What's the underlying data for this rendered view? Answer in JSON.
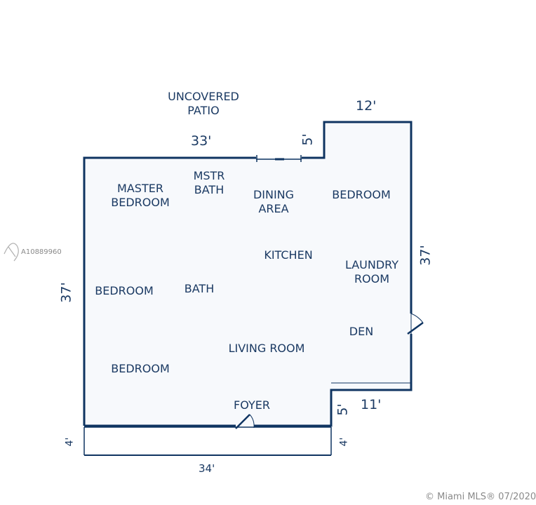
{
  "labels": {
    "patio_1": "UNCOVERED",
    "patio_2": "PATIO",
    "master_1": "MASTER",
    "master_2": "BEDROOM",
    "mstr_bath_1": "MSTR",
    "mstr_bath_2": "BATH",
    "dining_1": "DINING",
    "dining_2": "AREA",
    "bedroom_ne": "BEDROOM",
    "kitchen": "KITCHEN",
    "laundry_1": "LAUNDRY",
    "laundry_2": "ROOM",
    "bedroom_w": "BEDROOM",
    "bath": "BATH",
    "den": "DEN",
    "living": "LIVING ROOM",
    "bedroom_sw": "BEDROOM",
    "foyer": "FOYER"
  },
  "dimensions": {
    "top_left": "33'",
    "top_right": "12'",
    "step_top": "5'",
    "left": "37'",
    "right": "37'",
    "bottom_right": "11'",
    "step_bottom": "5'",
    "porch_left": "4'",
    "porch_right": "4'",
    "bottom": "34'"
  },
  "watermark": {
    "listing_id": "A10889960",
    "credit": "© Miami MLS® 07/2020"
  },
  "colors": {
    "wall": "#0f3461",
    "floor": "#f7f9fc",
    "text": "#1b3a63"
  }
}
